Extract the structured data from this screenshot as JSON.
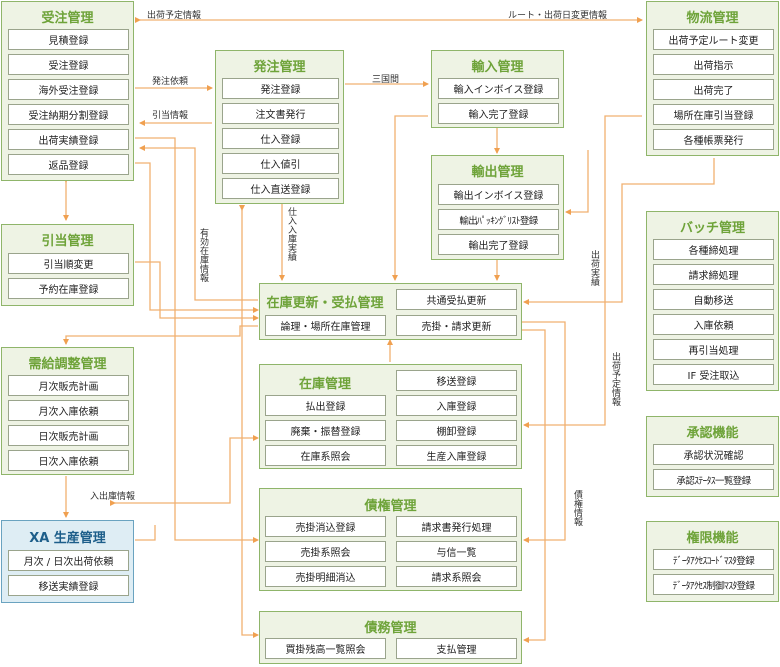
{
  "modules": {
    "juchu": {
      "title": "受注管理",
      "items": [
        "見積登録",
        "受注登録",
        "海外受注登録",
        "受注納期分割登録",
        "出荷実績登録",
        "返品登録"
      ]
    },
    "hikiate": {
      "title": "引当管理",
      "items": [
        "引当順変更",
        "予約在庫登録"
      ]
    },
    "jukyu": {
      "title": "需給調整管理",
      "items": [
        "月次販売計画",
        "月次入庫依頼",
        "日次販売計画",
        "日次入庫依頼"
      ]
    },
    "xa": {
      "title": "XA 生産管理",
      "items": [
        "月次 / 日次出荷依頼",
        "移送実績登録"
      ]
    },
    "hatchu": {
      "title": "発注管理",
      "items": [
        "発注登録",
        "注文書発行",
        "仕入登録",
        "仕入値引",
        "仕入直送登録"
      ]
    },
    "yunyu": {
      "title": "輸入管理",
      "items": [
        "輸入インボイス登録",
        "輸入完了登録"
      ]
    },
    "yushutsu": {
      "title": "輸出管理",
      "items": [
        "輸出インボイス登録",
        "輸出ﾊﾟｯｷﾝｸﾞﾘｽﾄ登録",
        "輸出完了登録"
      ]
    },
    "butsuryu": {
      "title": "物流管理",
      "items": [
        "出荷予定ルート変更",
        "出荷指示",
        "出荷完了",
        "場所在庫引当登録",
        "各種帳票発行"
      ]
    },
    "batch": {
      "title": "バッチ管理",
      "items": [
        "各種締処理",
        "請求締処理",
        "自動移送",
        "入庫依頼",
        "再引当処理",
        "IF 受注取込"
      ]
    },
    "shonin": {
      "title": "承認機能",
      "items": [
        "承認状況確認",
        "承認ｽﾃｰﾀｽ一覧登録"
      ]
    },
    "kengen": {
      "title": "権限機能",
      "items": [
        "ﾃﾞｰﾀｱｸｾｽｺｰﾄﾞﾏｽﾀ登録",
        "ﾃﾞｰﾀｱｸｾｽ制御ﾏｽﾀ登録"
      ]
    },
    "koshin": {
      "title": "在庫更新・受払管理",
      "items": [
        "共通受払更新",
        "論理・場所在庫管理",
        "売掛・請求更新"
      ]
    },
    "zaiko": {
      "title": "在庫管理",
      "items": [
        "移送登録",
        "払出登録",
        "入庫登録",
        "廃棄・振替登録",
        "棚卸登録",
        "在庫系照会",
        "生産入庫登録"
      ]
    },
    "saiken": {
      "title": "債権管理",
      "items": [
        "売掛消込登録",
        "請求書発行処理",
        "売掛系照会",
        "与信一覧",
        "売掛明細消込",
        "請求系照会"
      ]
    },
    "saimu": {
      "title": "債務管理",
      "items": [
        "買掛残高一覧照会",
        "支払管理"
      ]
    }
  },
  "labels": {
    "shukka_yotei_info": "出荷予定情報",
    "route_change_info": "ルート・出荷日変更情報",
    "hatchu_irai": "発注依頼",
    "hikiate_info": "引当情報",
    "sangokukan": "三国間",
    "yuko_zaiko_info": "有効在庫情報",
    "shiire_nyuko": "仕入入庫実績",
    "shukka_jisseki": "出荷実績",
    "shukka_yotei_info2": "出荷予定情報",
    "nyushukko_info": "入出庫情報",
    "saiken_info": "債権情報"
  },
  "colors": {
    "line": "#f0b070",
    "module_bg": "#eef3e4",
    "module_border": "#8fb56a",
    "title_green": "#6ea339",
    "xa_bg": "#deedf4",
    "xa_title": "#1d5e8a"
  }
}
